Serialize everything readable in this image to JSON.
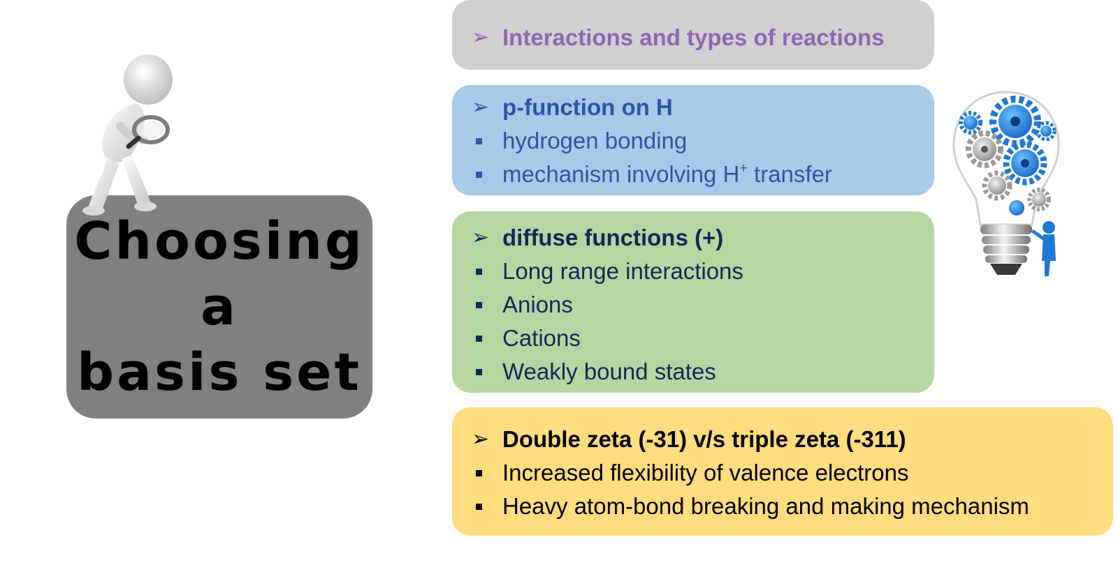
{
  "title": {
    "line1": "Choosing",
    "line2": "a",
    "line3": "basis set"
  },
  "panels": {
    "interactions": {
      "heading": "Interactions and types of reactions",
      "color": "#8f67b3",
      "background": "#d0d0d0"
    },
    "p_function": {
      "heading": "p-function on H",
      "items": [
        {
          "text": "hydrogen bonding"
        },
        {
          "text_before": "mechanism involving H",
          "superscript": "+",
          "text_after": " transfer"
        }
      ],
      "color": "#2f55a3",
      "background": "#a7c9ea"
    },
    "diffuse": {
      "heading": "diffuse functions (+)",
      "items": [
        "Long range interactions",
        "Anions",
        "Cations",
        "Weakly bound states"
      ],
      "color": "#13285a",
      "background": "#b5d6a0"
    },
    "zeta": {
      "heading": "Double zeta (-31) v/s triple zeta (-311)",
      "items": [
        "Increased flexibility of valence electrons",
        "Heavy atom-bond breaking and making mechanism"
      ],
      "color": "#000000",
      "background": "#ffdc7e"
    }
  },
  "icons": {
    "heading_marker": "arrowhead-bullet-icon",
    "item_marker": "square-bullet-icon",
    "figure": "person-with-magnifier-illustration",
    "bulb": "gear-lightbulb-illustration"
  }
}
